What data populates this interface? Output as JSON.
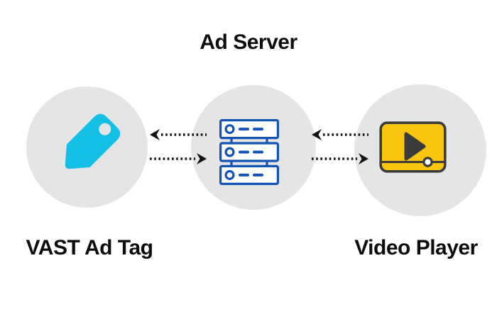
{
  "diagram": {
    "title": "Ad Server",
    "nodes": {
      "tag": {
        "label": "VAST Ad Tag",
        "icon": "tag-icon"
      },
      "server": {
        "label": "Ad Server",
        "icon": "server-icon"
      },
      "player": {
        "label": "Video Player",
        "icon": "video-player-icon"
      }
    },
    "connections": [
      {
        "from": "ad-server",
        "to": "vast-ad-tag",
        "style": "dotted-arrow"
      },
      {
        "from": "vast-ad-tag",
        "to": "ad-server",
        "style": "dotted-arrow"
      },
      {
        "from": "video-player",
        "to": "ad-server",
        "style": "dotted-arrow"
      },
      {
        "from": "ad-server",
        "to": "video-player",
        "style": "dotted-arrow"
      }
    ],
    "colors": {
      "background": "#ffffff",
      "node_circle": "#e5e5e5",
      "tag_icon": "#13bfe4",
      "server_icon": "#1253b5",
      "player_body": "#fac50f",
      "player_detail": "#3b3b3b",
      "arrow": "#121212",
      "text": "#0d0d0d"
    }
  }
}
